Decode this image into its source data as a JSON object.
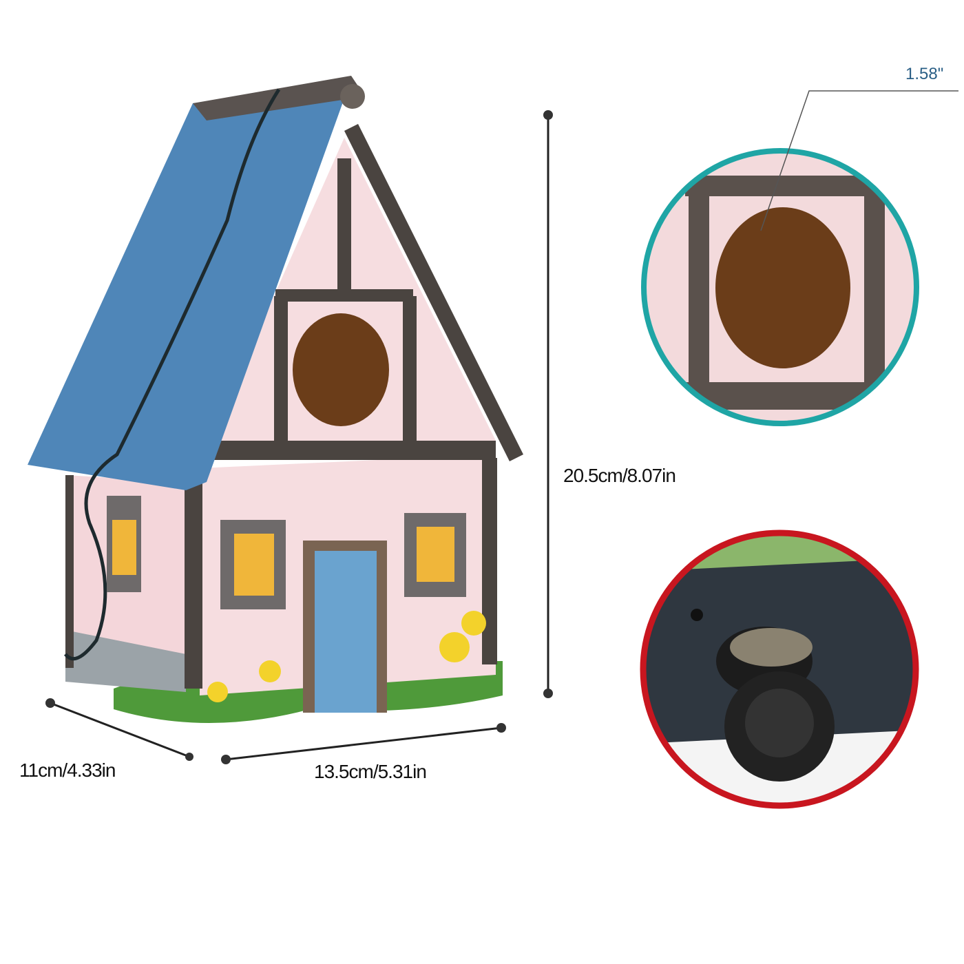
{
  "dimensions": {
    "height": "20.5cm/8.07in",
    "width": "13.5cm/5.31in",
    "depth": "11cm/4.33in",
    "hole_diameter": "1.58\""
  },
  "colors": {
    "roof": "#4f86b8",
    "wall": "#f6dde0",
    "timber": "#4a4440",
    "door": "#6aa3cf",
    "window_light": "#f0b63a",
    "grass": "#4f9a3a",
    "flower": "#f3d22b",
    "detail_ring_top": "#1fa5a5",
    "detail_ring_bottom": "#c8161f",
    "label_blue": "#2a5f86"
  },
  "icons": [
    "birdhouse-image",
    "entrance-hole-detail",
    "bottom-plug-detail"
  ]
}
